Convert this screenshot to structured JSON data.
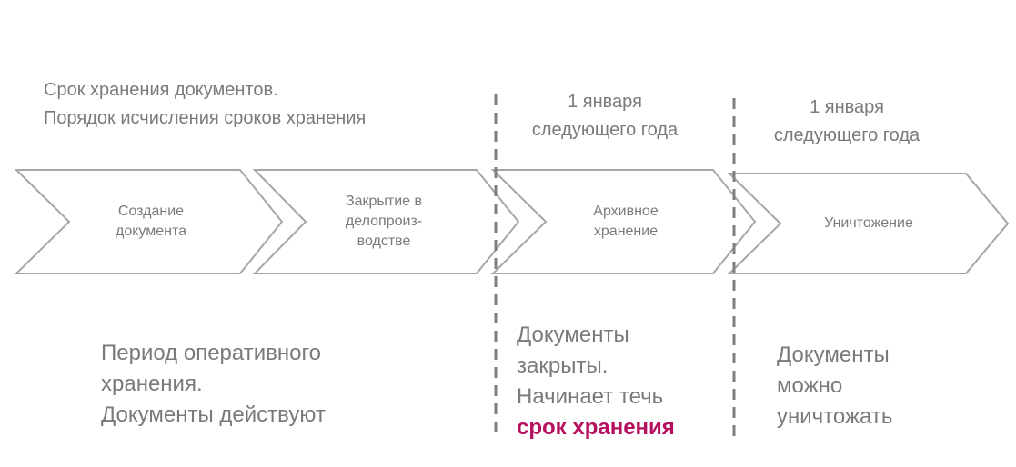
{
  "title": {
    "line1": "Срок хранения документов.",
    "line2": "Порядок исчисления сроков хранения"
  },
  "dates": [
    {
      "line1": "1 января",
      "line2": "следующего года"
    },
    {
      "line1": "1 января",
      "line2": "следующего года"
    }
  ],
  "stages": [
    {
      "line1": "Создание",
      "line2": "документа",
      "line3": ""
    },
    {
      "line1": "Закрытие в",
      "line2": "делопроиз-",
      "line3": "водстве"
    },
    {
      "line1": "Архивное",
      "line2": "хранение",
      "line3": ""
    },
    {
      "line1": "Уничтожение",
      "line2": "",
      "line3": ""
    }
  ],
  "notes": {
    "operative": {
      "line1": "Период оперативного",
      "line2": "хранения.",
      "line3": "Документы действуют"
    },
    "closed": {
      "line1": "Документы",
      "line2": "закрыты.",
      "line3": "Начинает течь",
      "highlight": "срок хранения"
    },
    "destroy": {
      "line1": "Документы",
      "line2": "можно",
      "line3": "уничтожать"
    }
  },
  "colors": {
    "outline": "#a6a6a6",
    "text": "#7a7a7a",
    "accent": "#b5105e",
    "divider": "#7f7f7f"
  }
}
